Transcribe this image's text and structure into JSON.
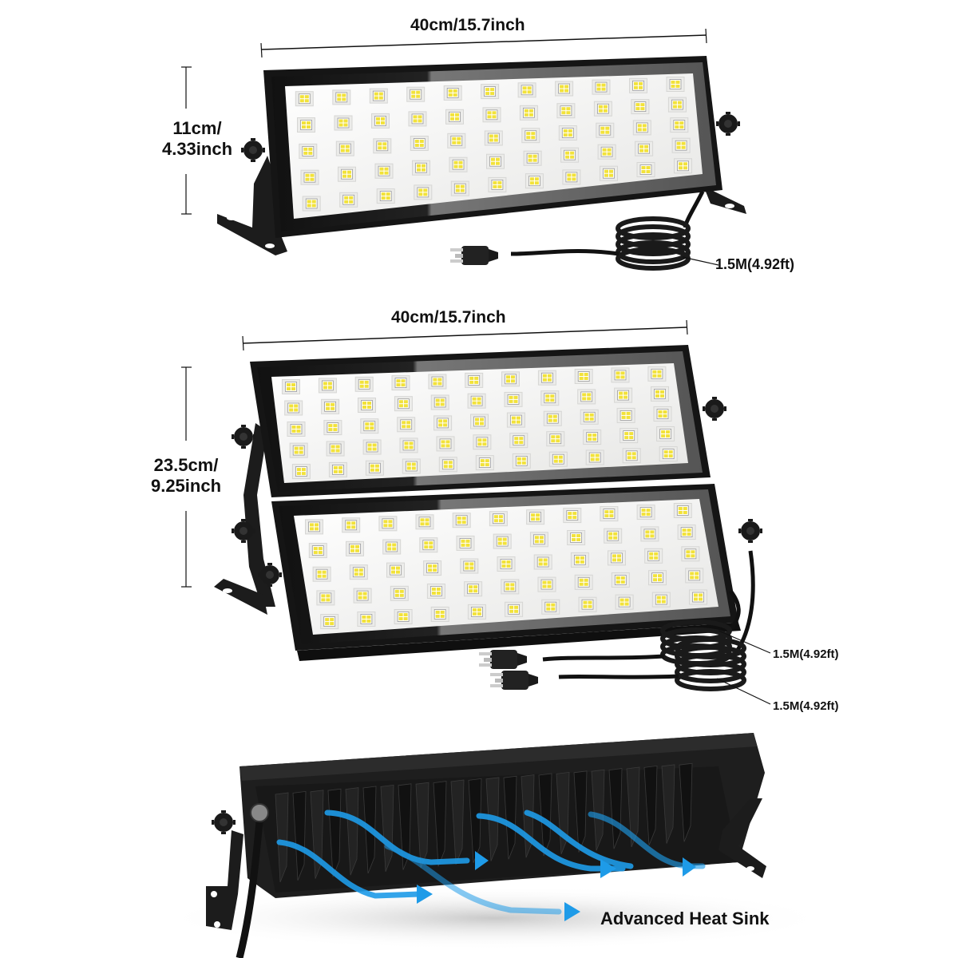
{
  "product_1": {
    "name": "single-panel-flood-light",
    "width_label": "40cm/15.7inch",
    "height_label_line1": "11cm/",
    "height_label_line2": "4.33inch",
    "cable_label": "1.5M(4.92ft)",
    "led_rows": 5,
    "led_cols": 11
  },
  "product_2": {
    "name": "double-panel-flood-light",
    "width_label": "40cm/15.7inch",
    "height_label_line1": "23.5cm/",
    "height_label_line2": "9.25inch",
    "cable_label_1": "1.5M(4.92ft)",
    "cable_label_2": "1.5M(4.92ft)",
    "led_rows_per_panel": 5,
    "led_cols": 11
  },
  "product_3": {
    "name": "rear-view-heat-sink",
    "feature_label": "Advanced Heat Sink"
  },
  "colors": {
    "housing": "#1a1a1a",
    "led_face": "#f4f4f2",
    "led_chip": "#f2e23a",
    "airflow": "#1e9be8"
  }
}
